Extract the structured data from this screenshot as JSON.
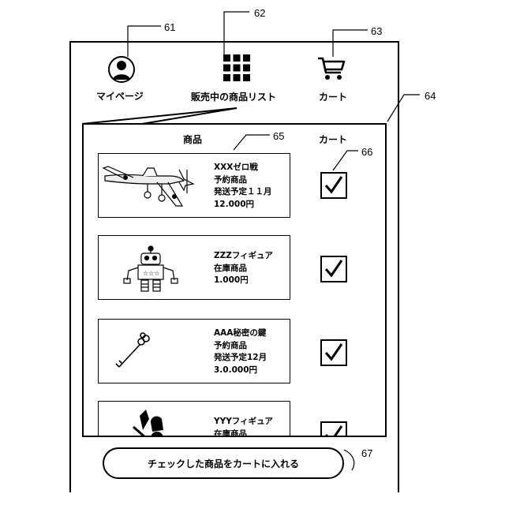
{
  "nav": {
    "mypage_label": "マイページ",
    "list_label": "販売中の商品リスト",
    "cart_label": "カート"
  },
  "list": {
    "header_product": "商品",
    "header_cart": "カート",
    "items": [
      {
        "lines": [
          "XXXゼロ戦",
          "予約商品",
          "発送予定１１月",
          "12.000円"
        ],
        "icon": "airplane-image",
        "checked": true
      },
      {
        "lines": [
          "ZZZフィギュア",
          "在庫商品",
          "1.000円"
        ],
        "icon": "robot-figure-image",
        "checked": true
      },
      {
        "lines": [
          "AAA秘密の鍵",
          "予約商品",
          "発送予定12月",
          "3.0.000円"
        ],
        "icon": "key-image",
        "checked": true
      },
      {
        "lines": [
          "YYYフィギュア",
          "在庫商品"
        ],
        "icon": "knight-figure-image",
        "checked": true
      }
    ]
  },
  "cta_label": "チェックした商品をカートに入れる",
  "refs": {
    "r61": "61",
    "r62": "62",
    "r63": "63",
    "r64": "64",
    "r65": "65",
    "r66": "66",
    "r67": "67"
  }
}
